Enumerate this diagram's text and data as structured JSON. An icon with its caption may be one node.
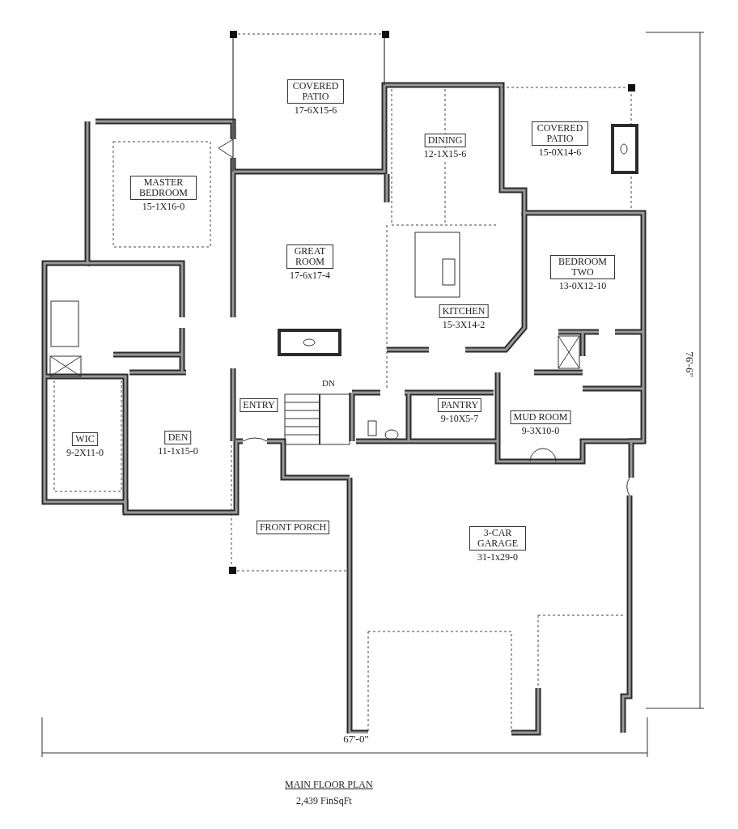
{
  "diagram": {
    "title": "MAIN FLOOR PLAN",
    "caption": "2,439 FinSqFt",
    "nodes": [
      {
        "text": [
          "COVERED PATIO",
          "17-6X15-6"
        ]
      },
      {
        "text": [
          "DINING",
          "12-1X15-6"
        ]
      },
      {
        "text": [
          "COVERED PATIO",
          "15-0X14-6"
        ]
      },
      {
        "text": [
          "MASTER BEDROOM",
          "15-1X16-0"
        ]
      },
      {
        "text": [
          "GREAT ROOM",
          "17-6x17-4"
        ]
      },
      {
        "text": [
          "BEDROOM TWO",
          "13-0X12-10"
        ]
      },
      {
        "text": [
          "KITCHEN",
          "15-3X14-2"
        ]
      },
      {
        "text": [
          "ENTRY"
        ]
      },
      {
        "text": [
          "PANTRY",
          "9-10X5-7"
        ]
      },
      {
        "text": [
          "MUD ROOM",
          "9-3X10-0"
        ]
      },
      {
        "text": [
          "WIC",
          "9-2X11-0"
        ]
      },
      {
        "text": [
          "DEN",
          "11-1x15-0"
        ]
      },
      {
        "text": [
          "FRONT PORCH"
        ]
      },
      {
        "text": [
          "3-CAR GARAGE",
          "31-1x29-0"
        ]
      }
    ],
    "edges": [],
    "labels": [
      "DN",
      "76'-6\"",
      "67'-0\""
    ]
  }
}
